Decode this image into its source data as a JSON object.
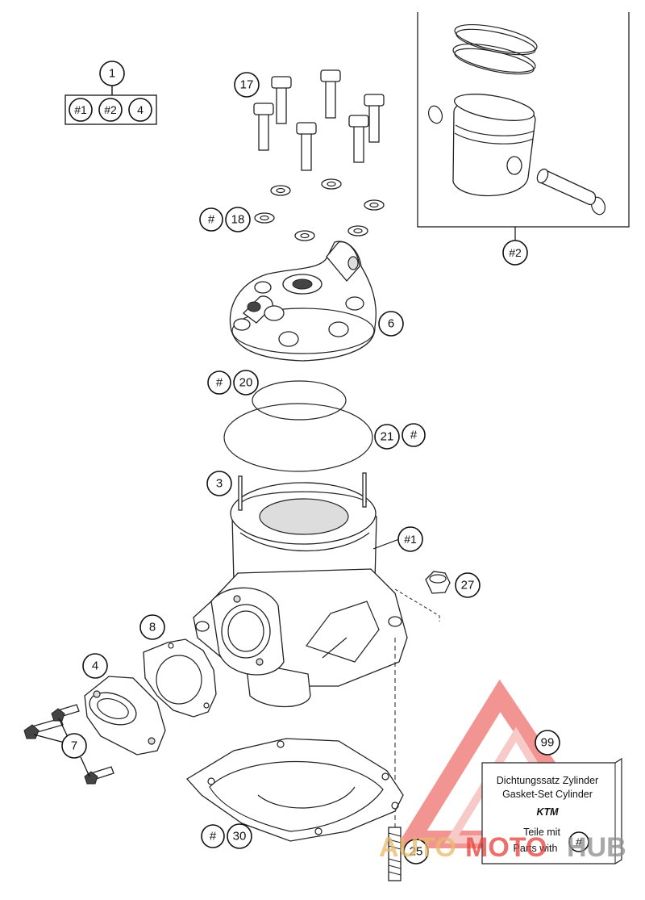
{
  "labels": {
    "l1": "1",
    "l1_sub1": "#1",
    "l1_sub2": "#2",
    "l1_sub3": "4",
    "l17": "17",
    "l18_hash": "#",
    "l18": "18",
    "l2": "#2",
    "l6": "6",
    "l20_hash": "#",
    "l20": "20",
    "l21": "21",
    "l21_hash": "#",
    "l3": "3",
    "l1_cyl": "#1",
    "l27": "27",
    "l8": "8",
    "l4": "4",
    "l7": "7",
    "l30_hash": "#",
    "l30": "30",
    "l25": "25",
    "l99": "99"
  },
  "kit_box": {
    "line1": "Dichtungssatz Zylinder",
    "line2": "Gasket-Set Cylinder",
    "brand": "KTM",
    "line3": "Teile mit",
    "line4": "Parts with",
    "hash": "#"
  },
  "watermark": {
    "text_a": "AUTO",
    "text_b": "MOTO",
    "text_c": "HUB"
  },
  "colors": {
    "watermark_red": "#e8403a",
    "watermark_tan": "#e8b96a",
    "watermark_gray": "#8c8c8c"
  }
}
